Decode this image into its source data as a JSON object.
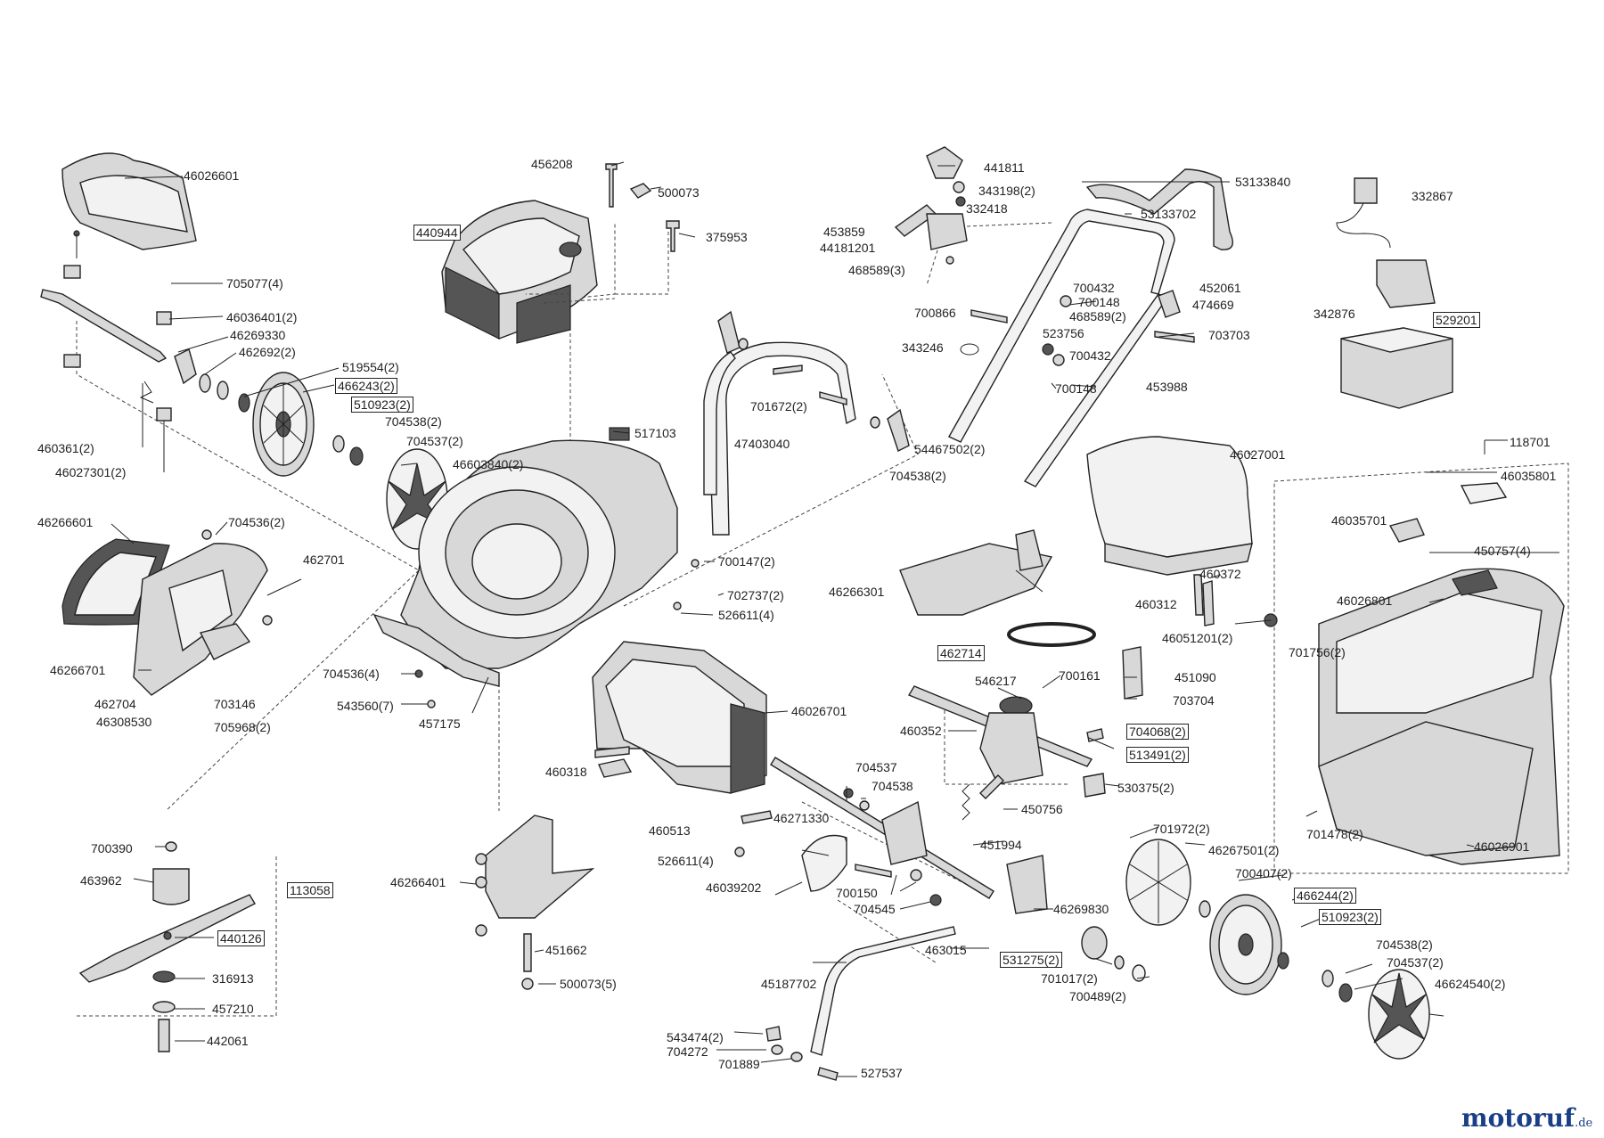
{
  "labels": [
    {
      "id": "46026601",
      "text": "46026601",
      "boxed": false
    },
    {
      "id": "705077",
      "text": "705077(4)",
      "boxed": false
    },
    {
      "id": "46036401",
      "text": "46036401(2)",
      "boxed": false
    },
    {
      "id": "46269330",
      "text": "46269330",
      "boxed": false
    },
    {
      "id": "462692",
      "text": "462692(2)",
      "boxed": false
    },
    {
      "id": "519554",
      "text": "519554(2)",
      "boxed": false
    },
    {
      "id": "466243",
      "text": "466243(2)",
      "boxed": true
    },
    {
      "id": "510923a",
      "text": "510923(2)",
      "boxed": true
    },
    {
      "id": "704538a",
      "text": "704538(2)",
      "boxed": false
    },
    {
      "id": "704537a",
      "text": "704537(2)",
      "boxed": false
    },
    {
      "id": "460361",
      "text": "460361(2)",
      "boxed": false
    },
    {
      "id": "46027301",
      "text": "46027301(2)",
      "boxed": false
    },
    {
      "id": "46603840",
      "text": "46603840(2)",
      "boxed": false
    },
    {
      "id": "46266601",
      "text": "46266601",
      "boxed": false
    },
    {
      "id": "704536a",
      "text": "704536(2)",
      "boxed": false
    },
    {
      "id": "462701",
      "text": "462701",
      "boxed": false
    },
    {
      "id": "46266701",
      "text": "46266701",
      "boxed": false
    },
    {
      "id": "462704",
      "text": "462704",
      "boxed": false
    },
    {
      "id": "703146",
      "text": "703146",
      "boxed": false
    },
    {
      "id": "46308530",
      "text": "46308530",
      "boxed": false
    },
    {
      "id": "705968",
      "text": "705968(2)",
      "boxed": false
    },
    {
      "id": "456208",
      "text": "456208",
      "boxed": false
    },
    {
      "id": "500073",
      "text": "500073",
      "boxed": false
    },
    {
      "id": "440944",
      "text": "440944",
      "boxed": true
    },
    {
      "id": "375953",
      "text": "375953",
      "boxed": false
    },
    {
      "id": "517103",
      "text": "517103",
      "boxed": false
    },
    {
      "id": "700147",
      "text": "700147(2)",
      "boxed": false
    },
    {
      "id": "702737",
      "text": "702737(2)",
      "boxed": false
    },
    {
      "id": "526611a",
      "text": "526611(4)",
      "boxed": false
    },
    {
      "id": "704536b",
      "text": "704536(4)",
      "boxed": false
    },
    {
      "id": "543560",
      "text": "543560(7)",
      "boxed": false
    },
    {
      "id": "457175",
      "text": "457175",
      "boxed": false
    },
    {
      "id": "441811",
      "text": "441811",
      "boxed": false
    },
    {
      "id": "343198",
      "text": "343198(2)",
      "boxed": false
    },
    {
      "id": "332418",
      "text": "332418",
      "boxed": false
    },
    {
      "id": "453859",
      "text": "453859",
      "boxed": false
    },
    {
      "id": "44181201",
      "text": "44181201",
      "boxed": false
    },
    {
      "id": "468589a",
      "text": "468589(3)",
      "boxed": false
    },
    {
      "id": "53133840",
      "text": "53133840",
      "boxed": false
    },
    {
      "id": "53133702",
      "text": "53133702",
      "boxed": false
    },
    {
      "id": "700432a",
      "text": "700432",
      "boxed": false
    },
    {
      "id": "700148a",
      "text": "700148",
      "boxed": false
    },
    {
      "id": "468589b",
      "text": "468589(2)",
      "boxed": false
    },
    {
      "id": "452061",
      "text": "452061",
      "boxed": false
    },
    {
      "id": "474669",
      "text": "474669",
      "boxed": false
    },
    {
      "id": "700866",
      "text": "700866",
      "boxed": false
    },
    {
      "id": "523756",
      "text": "523756",
      "boxed": false
    },
    {
      "id": "703703",
      "text": "703703",
      "boxed": false
    },
    {
      "id": "343246",
      "text": "343246",
      "boxed": false
    },
    {
      "id": "700432b",
      "text": "700432",
      "boxed": false
    },
    {
      "id": "700148b",
      "text": "700148",
      "boxed": false
    },
    {
      "id": "453988",
      "text": "453988",
      "boxed": false
    },
    {
      "id": "701672",
      "text": "701672(2)",
      "boxed": false
    },
    {
      "id": "47403040",
      "text": "47403040",
      "boxed": false
    },
    {
      "id": "54467502",
      "text": "54467502(2)",
      "boxed": false
    },
    {
      "id": "704538b",
      "text": "704538(2)",
      "boxed": false
    },
    {
      "id": "332867",
      "text": "332867",
      "boxed": false
    },
    {
      "id": "342876",
      "text": "342876",
      "boxed": false
    },
    {
      "id": "529201",
      "text": "529201",
      "boxed": true
    },
    {
      "id": "46027001",
      "text": "46027001",
      "boxed": false
    },
    {
      "id": "118701",
      "text": "118701",
      "boxed": false
    },
    {
      "id": "46035801",
      "text": "46035801",
      "boxed": false
    },
    {
      "id": "46035701",
      "text": "46035701",
      "boxed": false
    },
    {
      "id": "450757",
      "text": "450757(4)",
      "boxed": false
    },
    {
      "id": "46026801",
      "text": "46026801",
      "boxed": false
    },
    {
      "id": "701756",
      "text": "701756(2)",
      "boxed": false
    },
    {
      "id": "701478",
      "text": "701478(2)",
      "boxed": false
    },
    {
      "id": "46026901",
      "text": "46026901",
      "boxed": false
    },
    {
      "id": "46266301",
      "text": "46266301",
      "boxed": false
    },
    {
      "id": "460372",
      "text": "460372",
      "boxed": false
    },
    {
      "id": "460312",
      "text": "460312",
      "boxed": false
    },
    {
      "id": "46051201",
      "text": "46051201(2)",
      "boxed": false
    },
    {
      "id": "462714",
      "text": "462714",
      "boxed": true
    },
    {
      "id": "546217",
      "text": "546217",
      "boxed": false
    },
    {
      "id": "700161",
      "text": "700161",
      "boxed": false
    },
    {
      "id": "451090",
      "text": "451090",
      "boxed": false
    },
    {
      "id": "703704",
      "text": "703704",
      "boxed": false
    },
    {
      "id": "460352",
      "text": "460352",
      "boxed": false
    },
    {
      "id": "704068",
      "text": "704068(2)",
      "boxed": true
    },
    {
      "id": "513491",
      "text": "513491(2)",
      "boxed": true
    },
    {
      "id": "530375",
      "text": "530375(2)",
      "boxed": false
    },
    {
      "id": "450756",
      "text": "450756",
      "boxed": false
    },
    {
      "id": "451994",
      "text": "451994",
      "boxed": false
    },
    {
      "id": "46026701",
      "text": "46026701",
      "boxed": false
    },
    {
      "id": "460318",
      "text": "460318",
      "boxed": false
    },
    {
      "id": "460513",
      "text": "460513",
      "boxed": false
    },
    {
      "id": "526611b",
      "text": "526611(4)",
      "boxed": false
    },
    {
      "id": "46039202",
      "text": "46039202",
      "boxed": false
    },
    {
      "id": "704537b",
      "text": "704537",
      "boxed": false
    },
    {
      "id": "704538c",
      "text": "704538",
      "boxed": false
    },
    {
      "id": "46271330",
      "text": "46271330",
      "boxed": false
    },
    {
      "id": "700150",
      "text": "700150",
      "boxed": false
    },
    {
      "id": "704545",
      "text": "704545",
      "boxed": false
    },
    {
      "id": "46269830",
      "text": "46269830",
      "boxed": false
    },
    {
      "id": "701972",
      "text": "701972(2)",
      "boxed": false
    },
    {
      "id": "46267501",
      "text": "46267501(2)",
      "boxed": false
    },
    {
      "id": "700407",
      "text": "700407(2)",
      "boxed": false
    },
    {
      "id": "466244",
      "text": "466244(2)",
      "boxed": true
    },
    {
      "id": "510923b",
      "text": "510923(2)",
      "boxed": true
    },
    {
      "id": "704538d",
      "text": "704538(2)",
      "boxed": false
    },
    {
      "id": "704537c",
      "text": "704537(2)",
      "boxed": false
    },
    {
      "id": "46624540",
      "text": "46624540(2)",
      "boxed": false
    },
    {
      "id": "463015",
      "text": "463015",
      "boxed": false
    },
    {
      "id": "531275",
      "text": "531275(2)",
      "boxed": true
    },
    {
      "id": "701017",
      "text": "701017(2)",
      "boxed": false
    },
    {
      "id": "700489",
      "text": "700489(2)",
      "boxed": false
    },
    {
      "id": "45187702",
      "text": "45187702",
      "boxed": false
    },
    {
      "id": "543474",
      "text": "543474(2)",
      "boxed": false
    },
    {
      "id": "704272",
      "text": "704272",
      "boxed": false
    },
    {
      "id": "701889",
      "text": "701889",
      "boxed": false
    },
    {
      "id": "527537",
      "text": "527537",
      "boxed": false
    },
    {
      "id": "700390",
      "text": "700390",
      "boxed": false
    },
    {
      "id": "463962",
      "text": "463962",
      "boxed": false
    },
    {
      "id": "113058",
      "text": "113058",
      "boxed": true
    },
    {
      "id": "440126",
      "text": "440126",
      "boxed": true
    },
    {
      "id": "316913",
      "text": "316913",
      "boxed": false
    },
    {
      "id": "457210",
      "text": "457210",
      "boxed": false
    },
    {
      "id": "442061",
      "text": "442061",
      "boxed": false
    },
    {
      "id": "46266401",
      "text": "46266401",
      "boxed": false
    },
    {
      "id": "451662",
      "text": "451662",
      "boxed": false
    },
    {
      "id": "500073b",
      "text": "500073(5)",
      "boxed": false
    }
  ],
  "watermark": {
    "main": "motoruf",
    "suffix": ".de",
    "color": "#1b3f86"
  }
}
